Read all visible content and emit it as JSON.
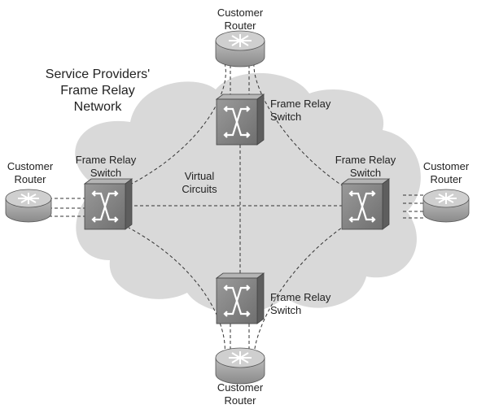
{
  "cloud_label": {
    "line1": "Service Providers'",
    "line2": "Frame Relay",
    "line3": "Network"
  },
  "virtual_circuits_label": {
    "line1": "Virtual",
    "line2": "Circuits"
  },
  "routers": {
    "top": {
      "line1": "Customer",
      "line2": "Router"
    },
    "left": {
      "line1": "Customer",
      "line2": "Router"
    },
    "right": {
      "line1": "Customer",
      "line2": "Router"
    },
    "bottom": {
      "line1": "Customer",
      "line2": "Router"
    }
  },
  "switches": {
    "top": {
      "line1": "Frame Relay",
      "line2": "Switch"
    },
    "left": {
      "line1": "Frame Relay",
      "line2": "Switch"
    },
    "right": {
      "line1": "Frame Relay",
      "line2": "Switch"
    },
    "bottom": {
      "line1": "Frame Relay",
      "line2": "Switch"
    }
  },
  "colors": {
    "cloud": "#d9d9d9",
    "switch_face": "#8c8c8c",
    "switch_dark": "#5e5e5e",
    "router_body": "#a6a6a6",
    "router_top": "#cfcfcf",
    "line": "#333333"
  }
}
